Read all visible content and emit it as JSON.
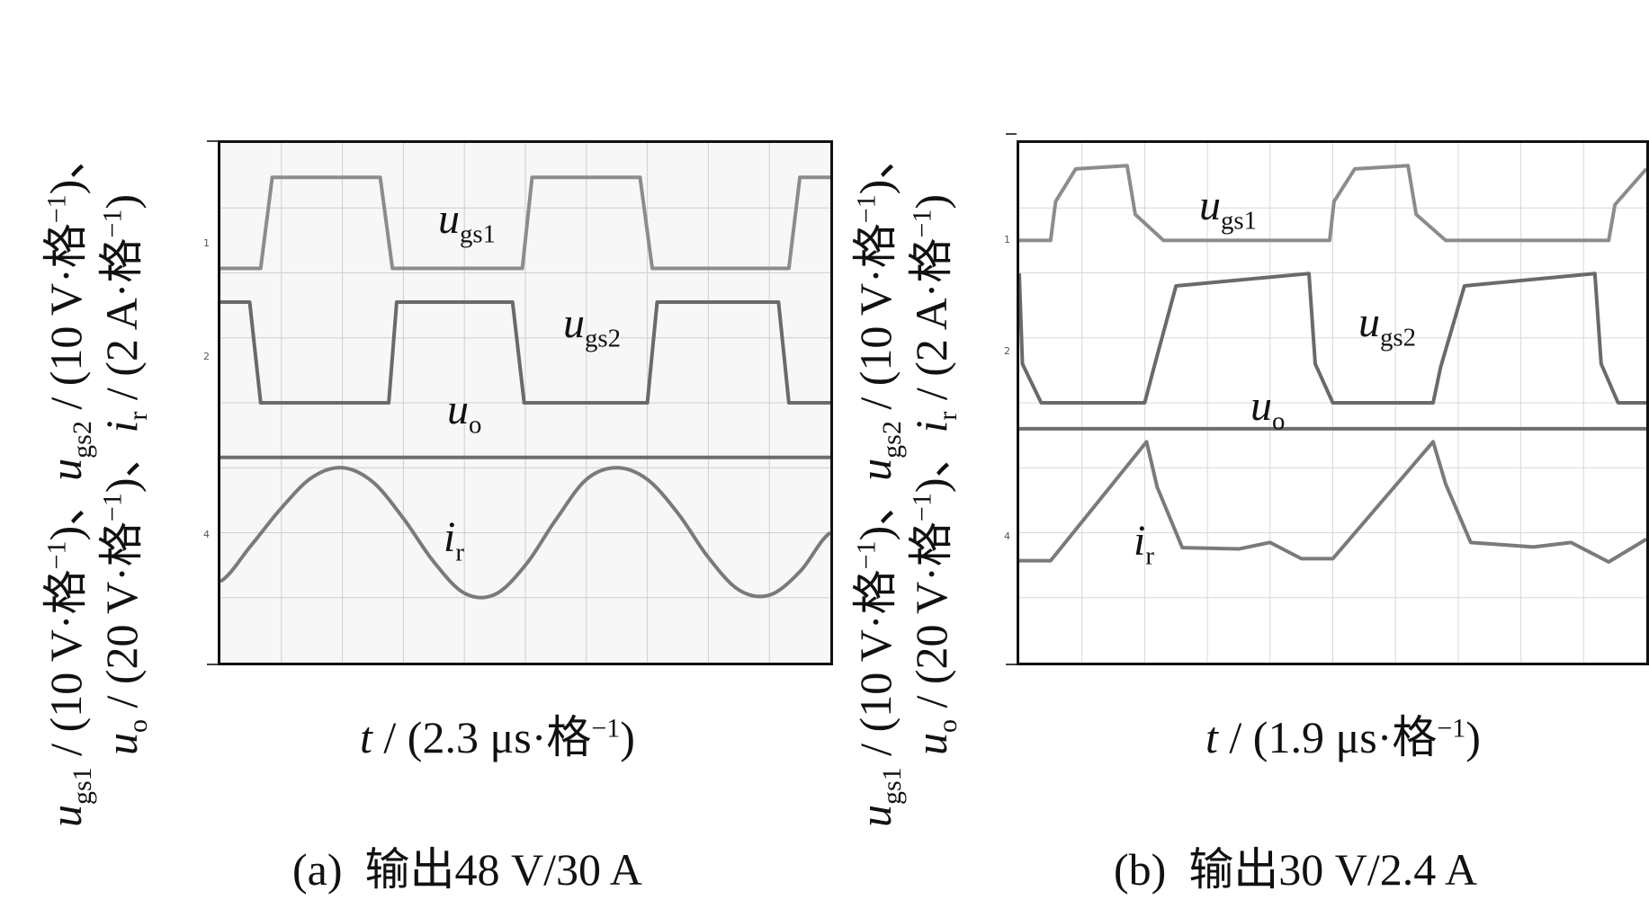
{
  "panels": [
    {
      "id": "a",
      "caption_id": "(a)",
      "caption_text": "输出48 V/30 A",
      "ylabel": {
        "line1": {
          "var": "u",
          "sub": "gs1",
          "unit": " / (10 V·格",
          "sup": "−1",
          "tail": ")、",
          "var2": "u",
          "sub2": "gs2",
          "unit2": " / (10 V·格",
          "sup2": "−1",
          "tail2": ")、"
        },
        "line2": {
          "var": "u",
          "sub": "o",
          "unit": " / (20 V·格",
          "sup": "−1",
          "tail": ")、",
          "var2": "i",
          "sub2": "r",
          "unit2": " / (2 A·格",
          "sup2": "−1",
          "tail2": ")"
        }
      },
      "xlabel": {
        "var": "t",
        "unit": " / (2.3 μs·格",
        "sup": "−1",
        "tail": ")"
      },
      "signal_labels": [
        {
          "var": "u",
          "sub": "gs1"
        },
        {
          "var": "u",
          "sub": "gs2"
        },
        {
          "var": "u",
          "sub": "o"
        },
        {
          "var": "i",
          "sub": "r"
        }
      ],
      "channel_markers": [
        "1",
        "2",
        "4"
      ]
    },
    {
      "id": "b",
      "caption_id": "(b)",
      "caption_text": "输出30 V/2.4 A",
      "ylabel": {
        "line1": {
          "var": "u",
          "sub": "gs1",
          "unit": " / (10 V·格",
          "sup": "−1",
          "tail": ")、",
          "var2": "u",
          "sub2": "gs2",
          "unit2": " / (10 V·格",
          "sup2": "−1",
          "tail2": ")、"
        },
        "line2": {
          "var": "u",
          "sub": "o",
          "unit": " / (20 V·格",
          "sup": "−1",
          "tail": ")、",
          "var2": "i",
          "sub2": "r",
          "unit2": " / (2 A·格",
          "sup2": "−1",
          "tail2": ")"
        }
      },
      "xlabel": {
        "var": "t",
        "unit": " / (1.9 μs·格",
        "sup": "−1",
        "tail": ")"
      },
      "signal_labels": [
        {
          "var": "u",
          "sub": "gs1"
        },
        {
          "var": "u",
          "sub": "gs2"
        },
        {
          "var": "u",
          "sub": "o"
        },
        {
          "var": "i",
          "sub": "r"
        }
      ],
      "channel_markers": [
        "1",
        "2",
        "4"
      ]
    }
  ],
  "chart_data": [
    {
      "type": "line",
      "title": "(a) 输出48 V/30 A",
      "xlabel": "t / (2.3 μs·格⁻¹)",
      "ylabel": "u_gs1 / (10 V·格⁻¹)、u_gs2 / (10 V·格⁻¹)、u_o / (20 V·格⁻¹)、i_r / (2 A·格⁻¹)",
      "xlim": [
        0,
        10
      ],
      "ylim": [
        0,
        8
      ],
      "grid": true,
      "colors": {
        "ugs1": "#8c8c8c",
        "ugs2": "#6a6a6a",
        "uo": "#6e6e6e",
        "ir": "#7a7a7a",
        "grid": "#cfcfcf",
        "bg": "#f7f7f7"
      },
      "series": [
        {
          "name": "ugs1",
          "x": [
            0,
            0.66,
            0.85,
            2.62,
            2.82,
            4.95,
            5.11,
            6.88,
            7.08,
            9.32,
            9.5,
            10
          ],
          "y": [
            6.07,
            6.07,
            7.47,
            7.47,
            6.07,
            6.07,
            7.47,
            7.47,
            6.07,
            6.07,
            7.47,
            7.47
          ]
        },
        {
          "name": "ugs2",
          "x": [
            0,
            0.48,
            0.66,
            2.76,
            2.89,
            4.79,
            4.98,
            7.0,
            7.16,
            9.15,
            9.32,
            10
          ],
          "y": [
            5.55,
            5.55,
            4.0,
            4.0,
            5.55,
            5.55,
            4.0,
            4.0,
            5.55,
            5.55,
            4.0,
            4.0
          ]
        },
        {
          "name": "uo",
          "x": [
            0,
            10
          ],
          "y": [
            3.16,
            3.16
          ]
        },
        {
          "name": "ir",
          "x": [
            0,
            0.5,
            1.0,
            1.5,
            2.0,
            2.5,
            3.0,
            3.5,
            4.0,
            4.5,
            5.0,
            5.5,
            6.0,
            6.5,
            7.0,
            7.5,
            8.0,
            8.5,
            9.0,
            9.5,
            10
          ],
          "y": [
            1.25,
            1.8,
            2.38,
            2.85,
            3.0,
            2.78,
            2.22,
            1.55,
            1.07,
            1.05,
            1.5,
            2.2,
            2.82,
            3.0,
            2.82,
            2.3,
            1.62,
            1.12,
            1.04,
            1.4,
            2.0
          ]
        }
      ]
    },
    {
      "type": "line",
      "title": "(b) 输出30 V/2.4 A",
      "xlabel": "t / (1.9 μs·格⁻¹)",
      "ylabel": "u_gs1 / (10 V·格⁻¹)、u_gs2 / (10 V·格⁻¹)、u_o / (20 V·格⁻¹)、i_r / (2 A·格⁻¹)",
      "xlim": [
        0,
        10
      ],
      "ylim": [
        0,
        8
      ],
      "grid": true,
      "colors": {
        "ugs1": "#8c8c8c",
        "ugs2": "#6a6a6a",
        "uo": "#6e6e6e",
        "ir": "#7a7a7a",
        "grid": "#d8d8d8",
        "bg": "#ffffff"
      },
      "series": [
        {
          "name": "ugs1",
          "x": [
            0,
            0.5,
            0.58,
            0.9,
            1.72,
            1.85,
            2.3,
            4.95,
            5.02,
            5.35,
            6.2,
            6.33,
            6.8,
            9.4,
            9.5,
            10
          ],
          "y": [
            6.5,
            6.5,
            7.1,
            7.6,
            7.65,
            6.9,
            6.5,
            6.5,
            7.1,
            7.6,
            7.65,
            6.9,
            6.5,
            6.5,
            7.05,
            7.6
          ]
        },
        {
          "name": "ugs2",
          "x": [
            0,
            0.05,
            0.35,
            2.0,
            2.15,
            2.5,
            4.62,
            4.72,
            5.0,
            6.6,
            6.72,
            7.1,
            9.18,
            9.28,
            9.55,
            10
          ],
          "y": [
            5.99,
            4.6,
            4.0,
            4.0,
            4.55,
            5.8,
            5.99,
            4.6,
            4.0,
            4.0,
            4.55,
            5.8,
            5.99,
            4.6,
            4.0,
            4.0
          ]
        },
        {
          "name": "uo",
          "x": [
            0,
            10
          ],
          "y": [
            3.6,
            3.6
          ]
        },
        {
          "name": "ir",
          "x": [
            0,
            0.5,
            2.03,
            2.2,
            2.6,
            3.5,
            4.0,
            4.5,
            5.0,
            6.6,
            6.8,
            7.2,
            8.2,
            8.8,
            9.4,
            10
          ],
          "y": [
            1.57,
            1.57,
            3.4,
            2.7,
            1.77,
            1.75,
            1.85,
            1.6,
            1.6,
            3.4,
            2.75,
            1.85,
            1.78,
            1.85,
            1.55,
            1.9
          ]
        }
      ]
    }
  ]
}
